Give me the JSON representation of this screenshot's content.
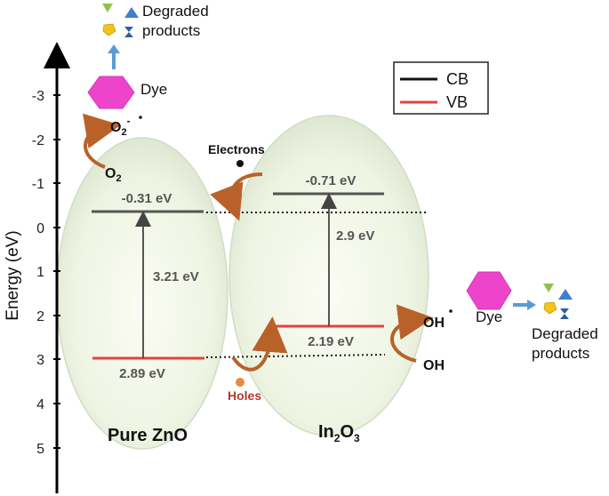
{
  "axis": {
    "label": "Energy (eV)",
    "ticks": [
      "-3",
      "-2",
      "-1",
      "0",
      "1",
      "2",
      "3",
      "4",
      "5"
    ]
  },
  "legend": {
    "cb": "CB",
    "vb": "VB",
    "cb_color": "#111111",
    "vb_color": "#e8403a"
  },
  "zno": {
    "name": "Pure ZnO",
    "cb_label": "-0.31 eV",
    "vb_label": "2.89 eV",
    "gap_label": "3.21 eV"
  },
  "in2o3": {
    "name_main": "In",
    "name_sub1": "2",
    "name_o": "O",
    "name_sub2": "3",
    "cb_label": "-0.71 eV",
    "vb_label": "2.19 eV",
    "gap_label": "2.9 eV"
  },
  "electrons": "Electrons",
  "holes": "Holes",
  "left_reaction": {
    "o2": "O",
    "o2_sub": "2",
    "superoxide": "O",
    "superoxide_sub": "2",
    "superoxide_sup": "-",
    "dye": "Dye",
    "degraded_1": "Degraded",
    "degraded_2": "products"
  },
  "right_reaction": {
    "oh_radical": "OH",
    "oh": "OH",
    "dye": "Dye",
    "degraded_1": "Degraded",
    "degraded_2": "products"
  },
  "colors": {
    "hexagon": "#ee44cc",
    "arrow_curve": "#b8622a",
    "arrow_up": "#5b9bd5",
    "ellipse": "#e9f1de"
  }
}
